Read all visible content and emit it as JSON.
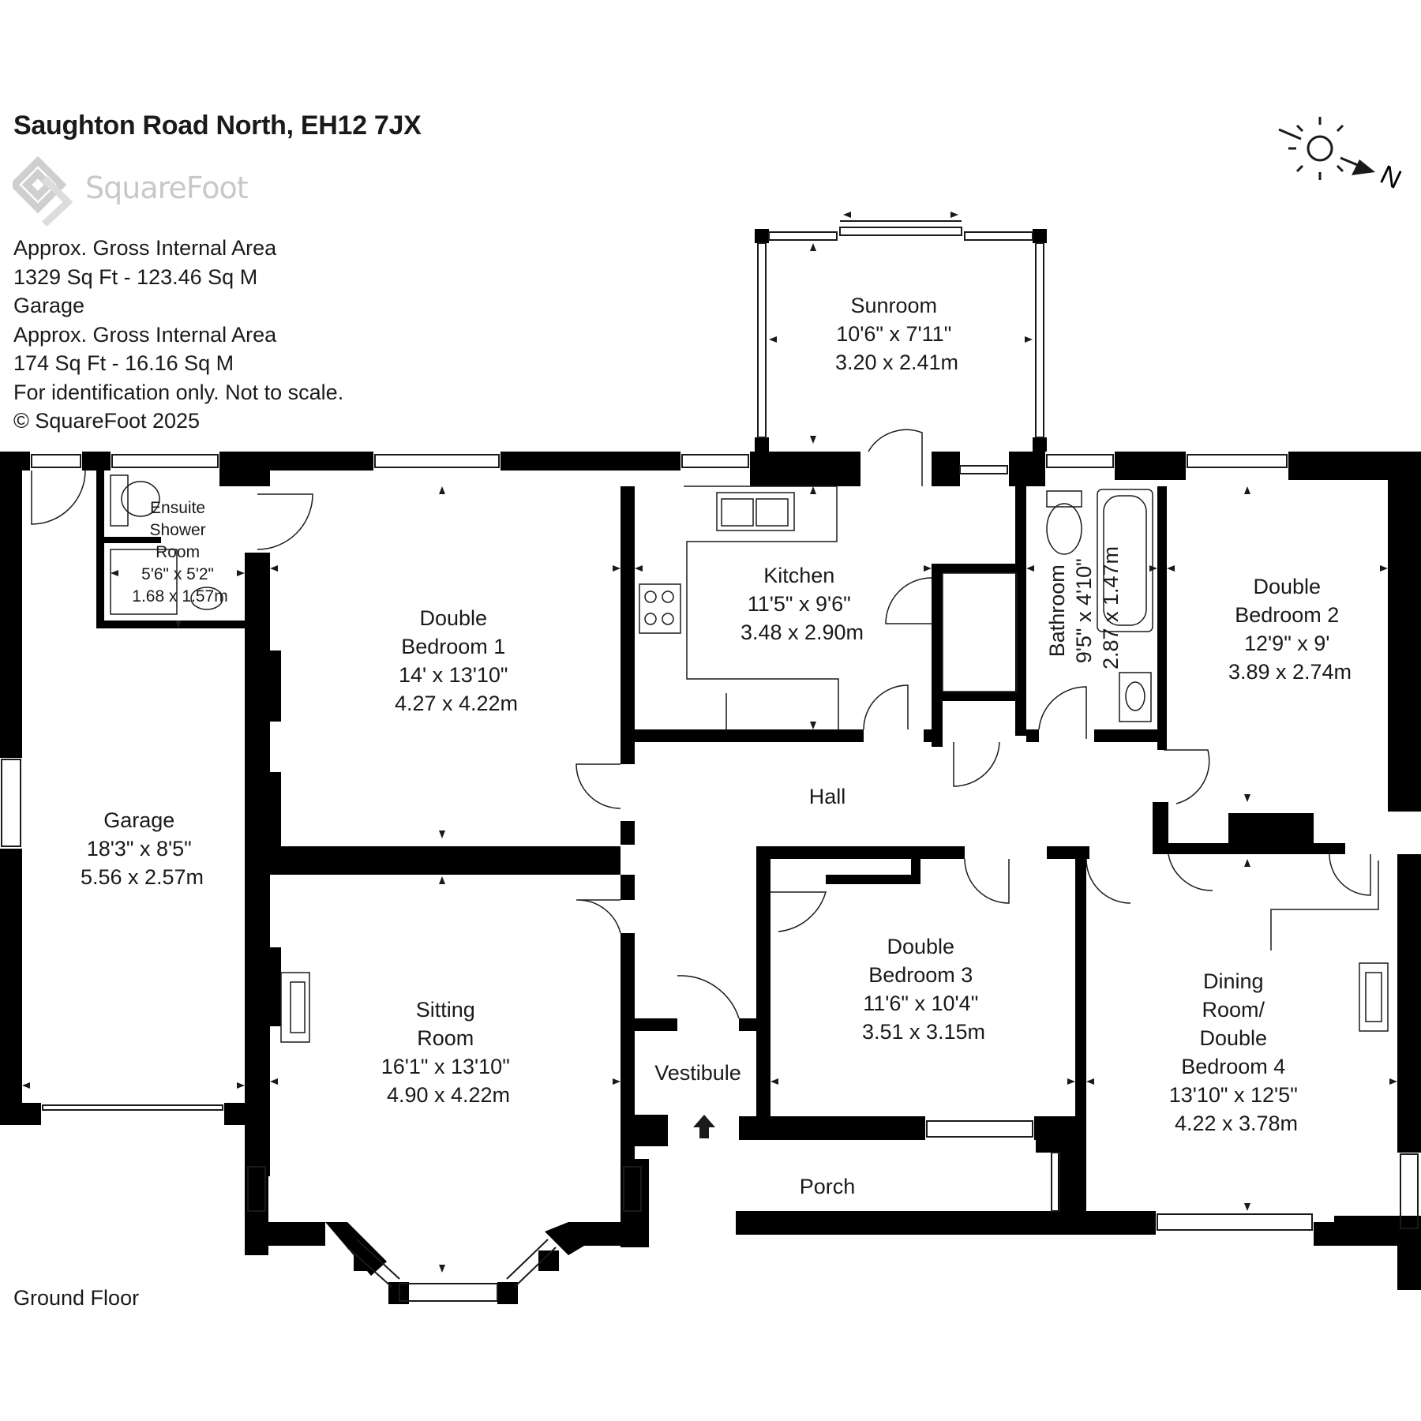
{
  "header": {
    "title": "Saughton Road North, EH12 7JX",
    "brand": "SquareFoot"
  },
  "info": {
    "lines": [
      "Approx. Gross Internal Area",
      "1329 Sq Ft  -  123.46 Sq M",
      "Garage",
      "Approx. Gross Internal Area",
      "174 Sq Ft  -  16.16 Sq M",
      "For identification only. Not to scale.",
      "© SquareFoot 2025"
    ]
  },
  "compass": {
    "label": "N"
  },
  "floor_label": "Ground Floor",
  "rooms": {
    "sunroom": [
      "Sunroom",
      "10'6\" x 7'11\"",
      "3.20 x 2.41m"
    ],
    "ensuite": [
      "Ensuite",
      "Shower",
      "Room",
      "5'6\" x 5'2\"",
      "1.68 x 1.57m"
    ],
    "bedroom1": [
      "Double",
      "Bedroom 1",
      "14' x 13'10\"",
      "4.27 x 4.22m"
    ],
    "kitchen": [
      "Kitchen",
      "11'5\" x 9'6\"",
      "3.48 x 2.90m"
    ],
    "bathroom": [
      "Bathroom",
      "9'5\" x 4'10\"",
      "2.87 x 1.47m"
    ],
    "bedroom2": [
      "Double",
      "Bedroom 2",
      "12'9\" x 9'",
      "3.89 x 2.74m"
    ],
    "garage": [
      "Garage",
      "18'3\" x 8'5\"",
      "5.56 x 2.57m"
    ],
    "hall": [
      "Hall"
    ],
    "bedroom3": [
      "Double",
      "Bedroom 3",
      "11'6\" x 10'4\"",
      "3.51 x 3.15m"
    ],
    "sitting": [
      "Sitting",
      "Room",
      "16'1\" x 13'10\"",
      "4.90 x 4.22m"
    ],
    "vestibule": [
      "Vestibule"
    ],
    "dining": [
      "Dining",
      "Room/",
      "Double",
      "Bedroom 4",
      "13'10\" x 12'5\"",
      "4.22 x 3.78m"
    ],
    "porch": [
      "Porch"
    ]
  }
}
